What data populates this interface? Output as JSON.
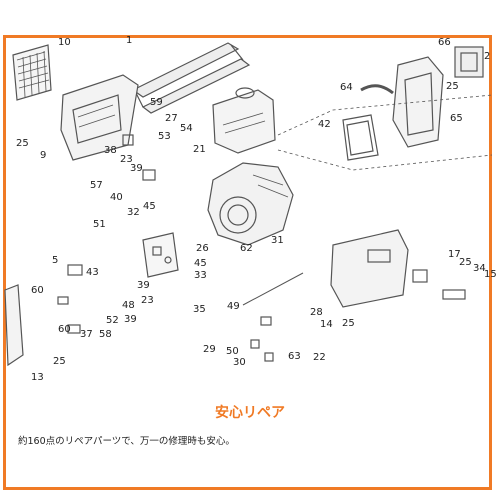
{
  "callouts": [
    "10",
    "1",
    "66",
    "2",
    "64",
    "25",
    "59",
    "54",
    "27",
    "42",
    "65",
    "53",
    "25",
    "9",
    "38",
    "23",
    "21",
    "39",
    "57",
    "40",
    "32",
    "45",
    "51",
    "26",
    "62",
    "31",
    "5",
    "43",
    "45",
    "33",
    "17",
    "25",
    "34",
    "15",
    "60",
    "39",
    "23",
    "48",
    "49",
    "52",
    "39",
    "28",
    "14",
    "25",
    "60",
    "37",
    "58",
    "35",
    "29",
    "50",
    "63",
    "22",
    "25",
    "13",
    "30"
  ],
  "heading": "安心リペア",
  "caption": "約160点のリペアパーツで、万一の修理時も安心。",
  "colors": {
    "accent": "#f07a25",
    "line": "#555555"
  }
}
